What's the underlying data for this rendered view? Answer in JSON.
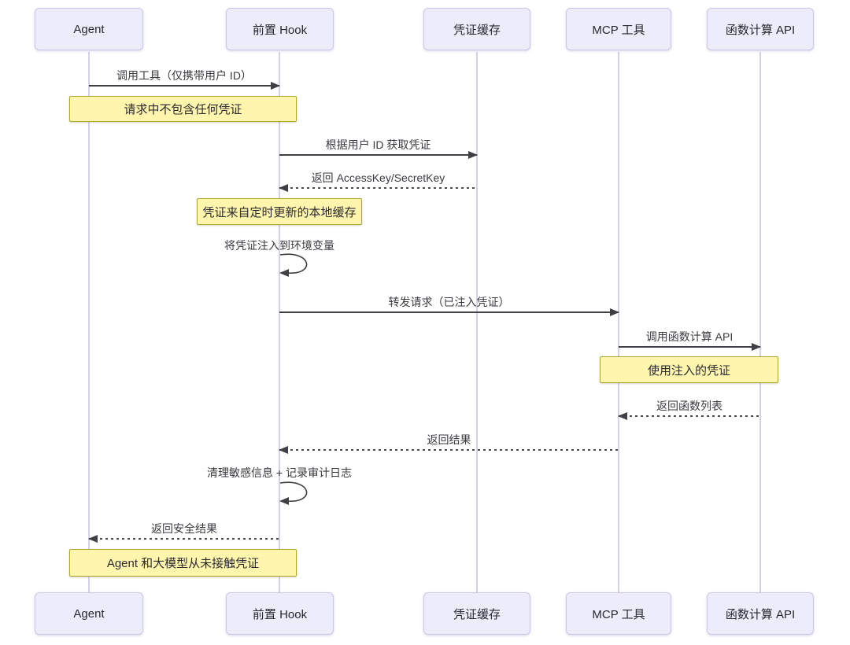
{
  "diagram_type": "sequence-diagram",
  "actors": [
    {
      "label": "Agent"
    },
    {
      "label": "前置 Hook"
    },
    {
      "label": "凭证缓存"
    },
    {
      "label": "MCP 工具"
    },
    {
      "label": "函数计算 API"
    }
  ],
  "messages": [
    {
      "label": "调用工具（仅携带用户 ID）",
      "from": "Agent",
      "to": "前置 Hook",
      "line": "solid"
    },
    {
      "label": "根据用户 ID 获取凭证",
      "from": "前置 Hook",
      "to": "凭证缓存",
      "line": "solid"
    },
    {
      "label": "返回 AccessKey/SecretKey",
      "from": "凭证缓存",
      "to": "前置 Hook",
      "line": "dashed"
    },
    {
      "label": "将凭证注入到环境变量",
      "from": "前置 Hook",
      "to": "前置 Hook",
      "line": "self"
    },
    {
      "label": "转发请求（已注入凭证）",
      "from": "前置 Hook",
      "to": "MCP 工具",
      "line": "solid"
    },
    {
      "label": "调用函数计算 API",
      "from": "MCP 工具",
      "to": "函数计算 API",
      "line": "solid"
    },
    {
      "label": "返回函数列表",
      "from": "函数计算 API",
      "to": "MCP 工具",
      "line": "dashed"
    },
    {
      "label": "返回结果",
      "from": "MCP 工具",
      "to": "前置 Hook",
      "line": "dashed"
    },
    {
      "label": "清理敏感信息 + 记录审计日志",
      "from": "前置 Hook",
      "to": "前置 Hook",
      "line": "self"
    },
    {
      "label": "返回安全结果",
      "from": "前置 Hook",
      "to": "Agent",
      "line": "dashed"
    }
  ],
  "notes": [
    {
      "label": "请求中不包含任何凭证",
      "over": "Agent, 前置 Hook"
    },
    {
      "label": "凭证来自定时更新的本地缓存",
      "over": "前置 Hook"
    },
    {
      "label": "使用注入的凭证",
      "over": "MCP 工具, 函数计算 API"
    },
    {
      "label": "Agent 和大模型从未接触凭证",
      "over": "Agent, 前置 Hook"
    }
  ],
  "colors": {
    "actor_fill": "#ececfb",
    "actor_border": "#cdc7e8",
    "lifeline": "#d5d0ec",
    "arrow": "#3f3f46",
    "note_fill": "#fff5ad",
    "note_border": "#a8a833",
    "background": "#ffffff"
  }
}
